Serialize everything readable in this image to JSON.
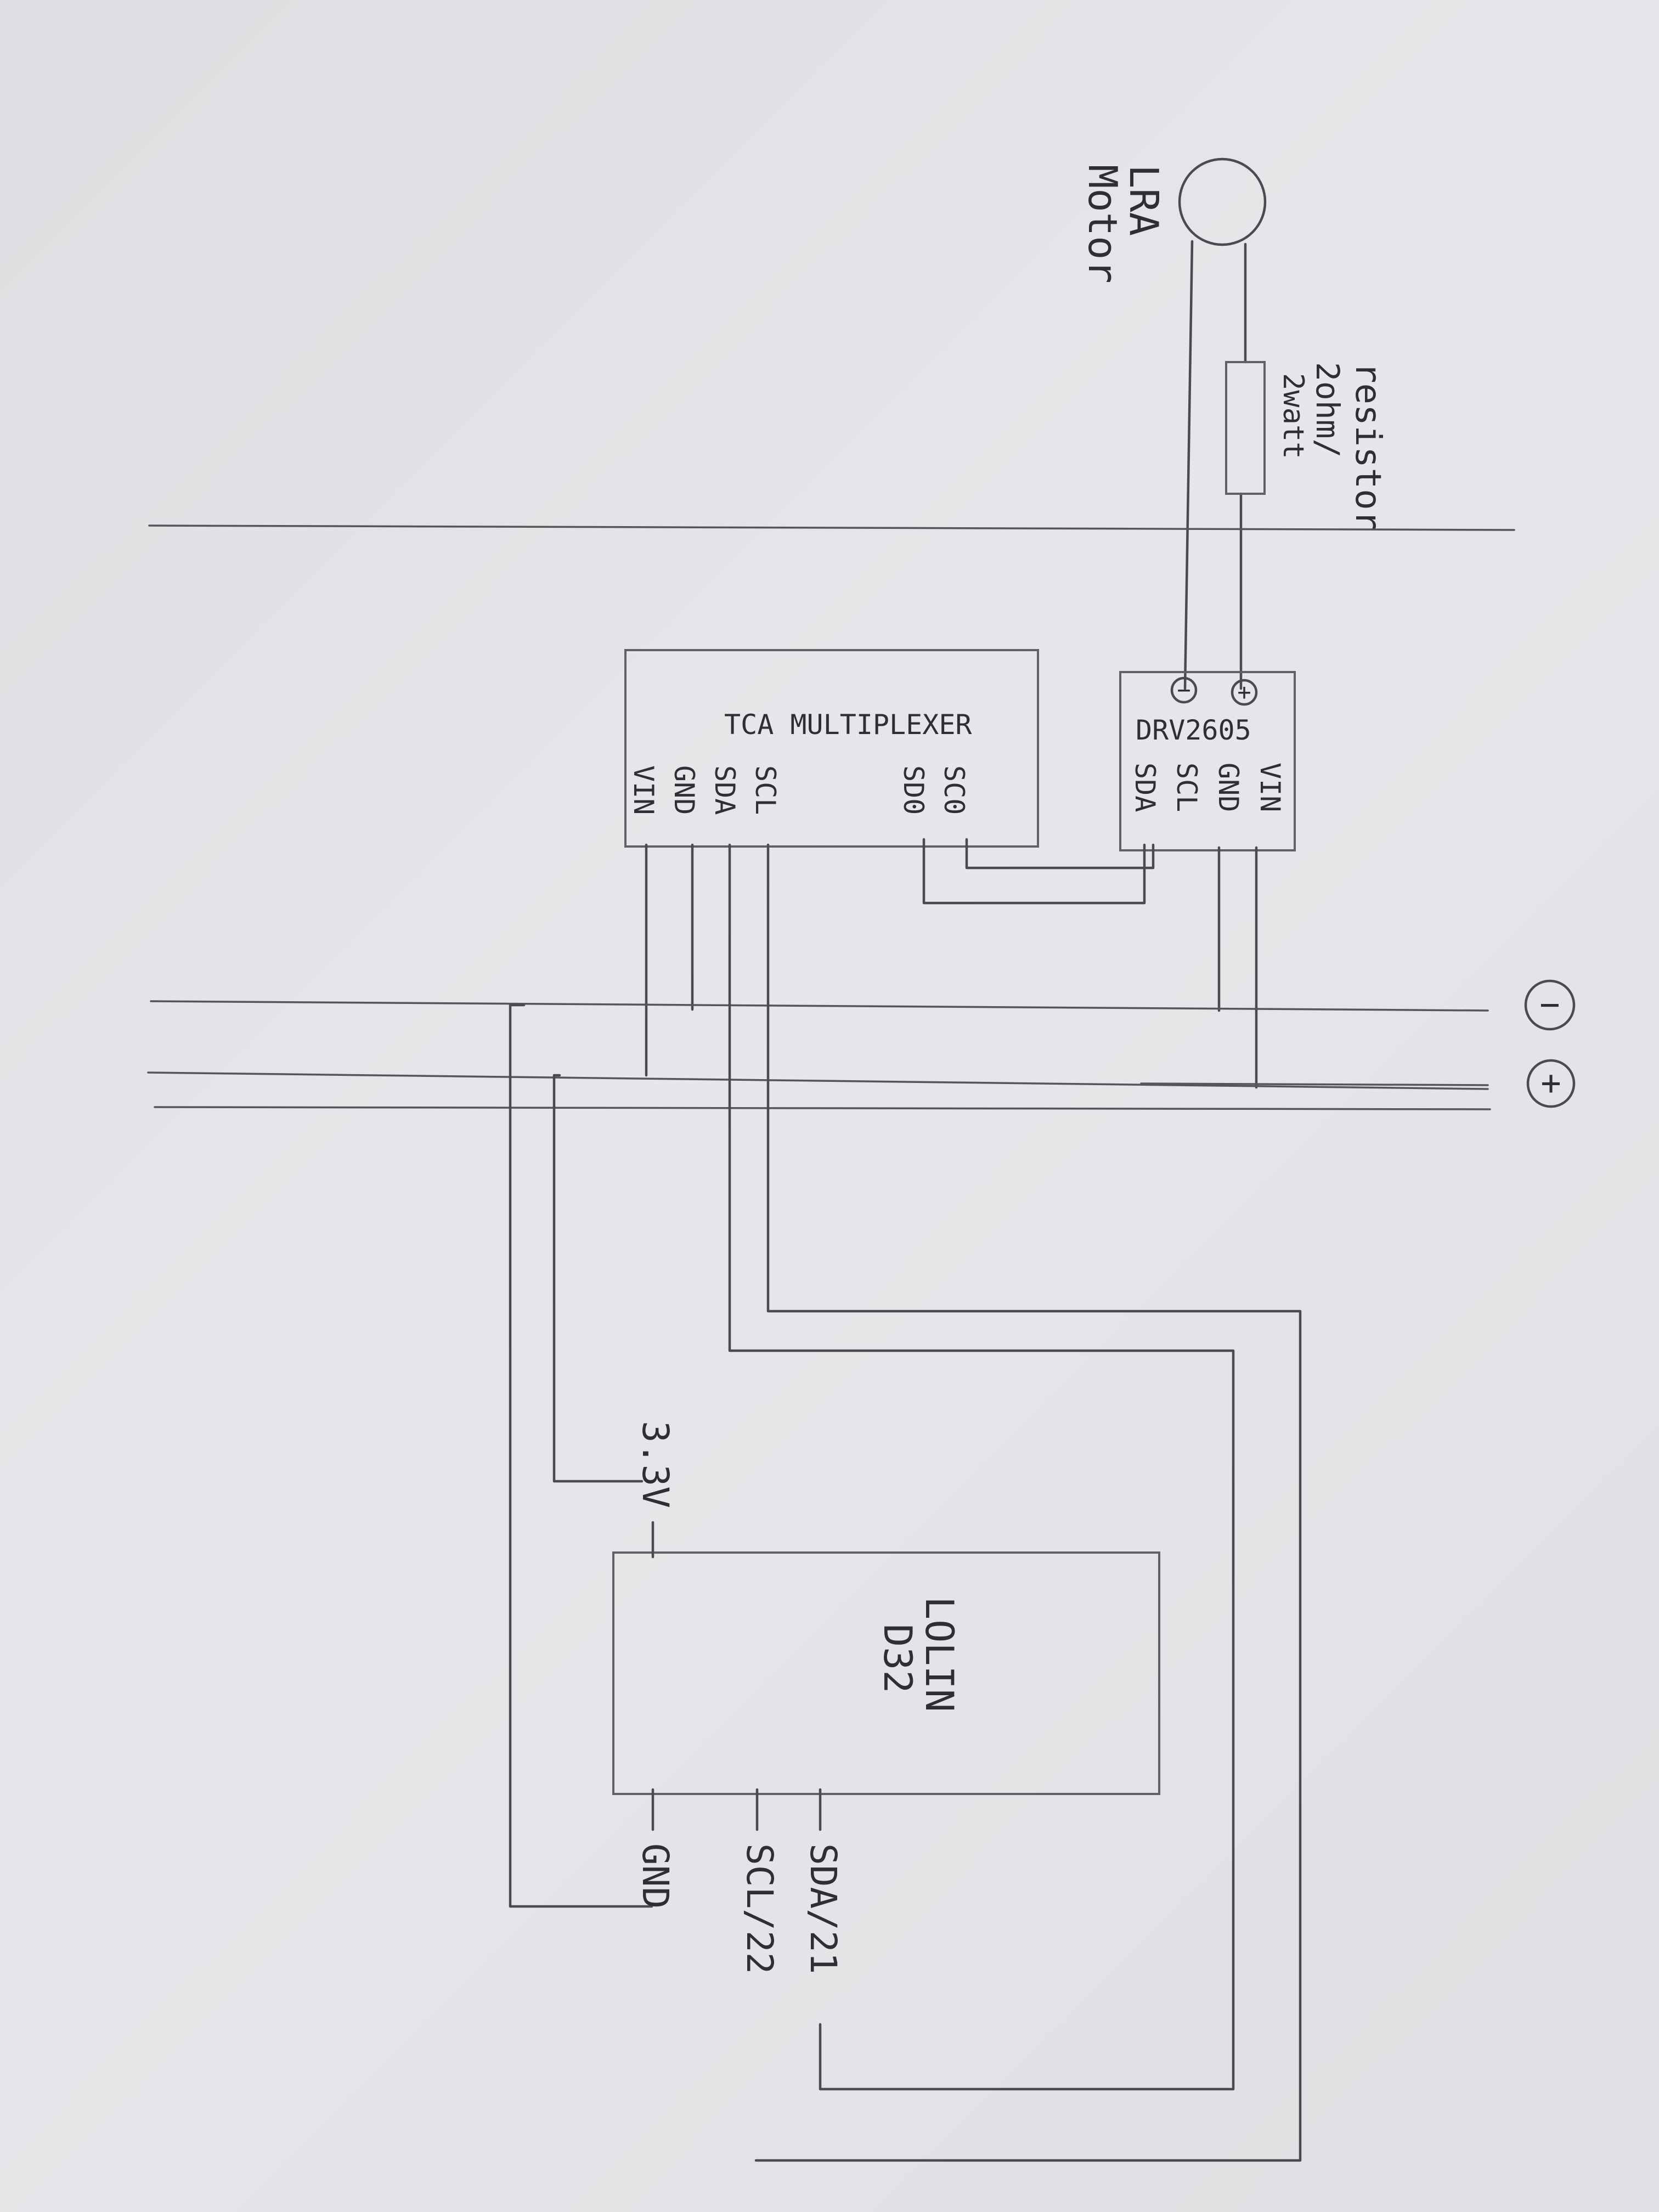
{
  "diagram": {
    "lra_motor": {
      "line1": "LRA",
      "line2": "Motor"
    },
    "resistor": {
      "label": "resistor",
      "value": "2ohm/",
      "rating": "2watt"
    },
    "drv2605": {
      "title": "DRV2605",
      "pins": [
        "VIN",
        "GND",
        "SCL",
        "SDA"
      ],
      "minus_symbol": "−",
      "plus_symbol": "+"
    },
    "tca_multiplexer": {
      "title": "TCA MULTIPLEXER",
      "pins": [
        "SCL",
        "SDA",
        "GND",
        "VIN"
      ],
      "channel_pins": [
        "SC0",
        "SD0"
      ]
    },
    "rails": {
      "minus_symbol": "−",
      "plus_symbol": "+"
    },
    "lolin": {
      "line1": "LOLIN",
      "line2": "D32",
      "pins": [
        "3.3V",
        "GND",
        "SDA/21",
        "SCL/22"
      ]
    }
  }
}
